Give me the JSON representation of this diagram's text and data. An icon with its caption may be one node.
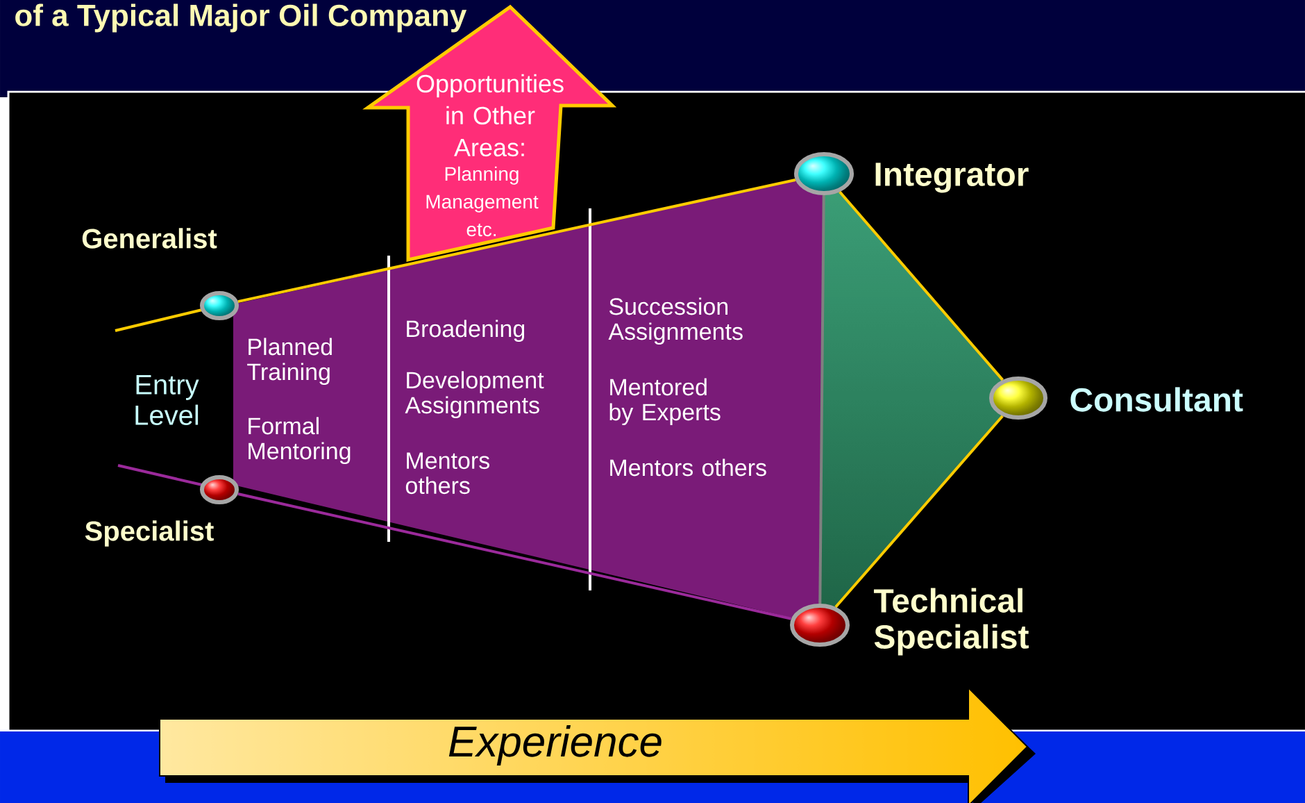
{
  "diagram": {
    "title": "of a Typical Major Oil Company",
    "nodes": [
      {
        "text": [
          "Opportunities in Other Areas:",
          "Planning Management etc."
        ]
      },
      {
        "text": [],
        "shape": "circle",
        "beside": [
          "Integrator"
        ]
      },
      {
        "text": [],
        "shape": "circle",
        "beside": [
          "Generalist"
        ]
      },
      {
        "text": [
          "Planned Training",
          "Formal Mentoring",
          "Broadening",
          "Development Assignments",
          "Mentors others",
          "Succession Assignments",
          "Mentored by Experts",
          "Mentors others"
        ]
      },
      {
        "text": [],
        "shape": "circle",
        "beside": [
          "Consultant"
        ]
      },
      {
        "text": [],
        "shape": "circle",
        "beside": [
          "Specialist"
        ]
      },
      {
        "text": [],
        "shape": "circle",
        "beside": [
          "Technical Specialist"
        ]
      },
      {
        "text": [
          "Experience"
        ]
      }
    ],
    "edges": [
      {
        "from": 2,
        "to": 1,
        "arrow": "none"
      },
      {
        "from": 5,
        "to": 6,
        "arrow": "none",
        "color": "#9b2a9b"
      },
      {
        "from": 1,
        "to": 4,
        "arrow": "none"
      },
      {
        "from": 4,
        "to": 6,
        "arrow": "none"
      },
      {
        "from": 1,
        "to": 6,
        "arrow": "none",
        "color": "#808080"
      }
    ],
    "labels": [
      "Entry Level"
    ]
  }
}
